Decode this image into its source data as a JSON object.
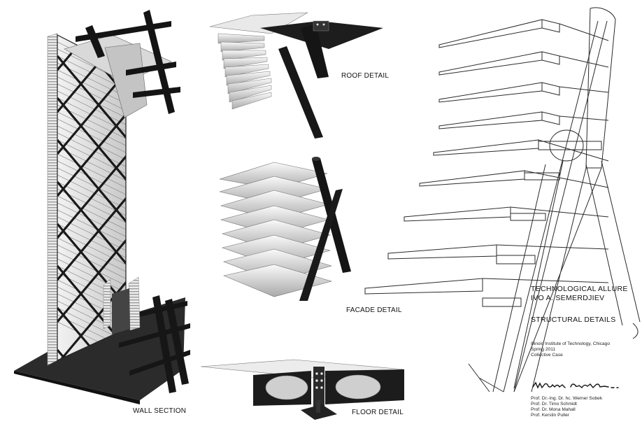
{
  "labels": {
    "wall_section": "WALL SECTION",
    "roof_detail": "ROOF DETAIL",
    "facade_detail": "FACADE DETAIL",
    "floor_detail": "FLOOR DETAIL"
  },
  "title_block": {
    "title_line1": "TECHNOLOGICAL ALLURE",
    "title_line2": "IVO A. SEMERDJIEV",
    "subtitle": "STRUCTURAL DETAILS",
    "institution": "Illinois Institute of Technology, Chicago",
    "term": "Spring 2011",
    "course": "Collective Case",
    "professors": [
      "Prof. Dr.-Ing. Dr. hc. Werner Sobek",
      "Prof. Dr. Timo Schmidt",
      "Prof. Dr. Mona Mahall",
      "Prof. Kerstin Puller"
    ],
    "signature": "Werner Sobek"
  },
  "colors": {
    "steel": "#1c1c1c",
    "panel": "#e6e6e6",
    "panel_shade": "#b8b8b8",
    "line": "#2a2a2a"
  }
}
